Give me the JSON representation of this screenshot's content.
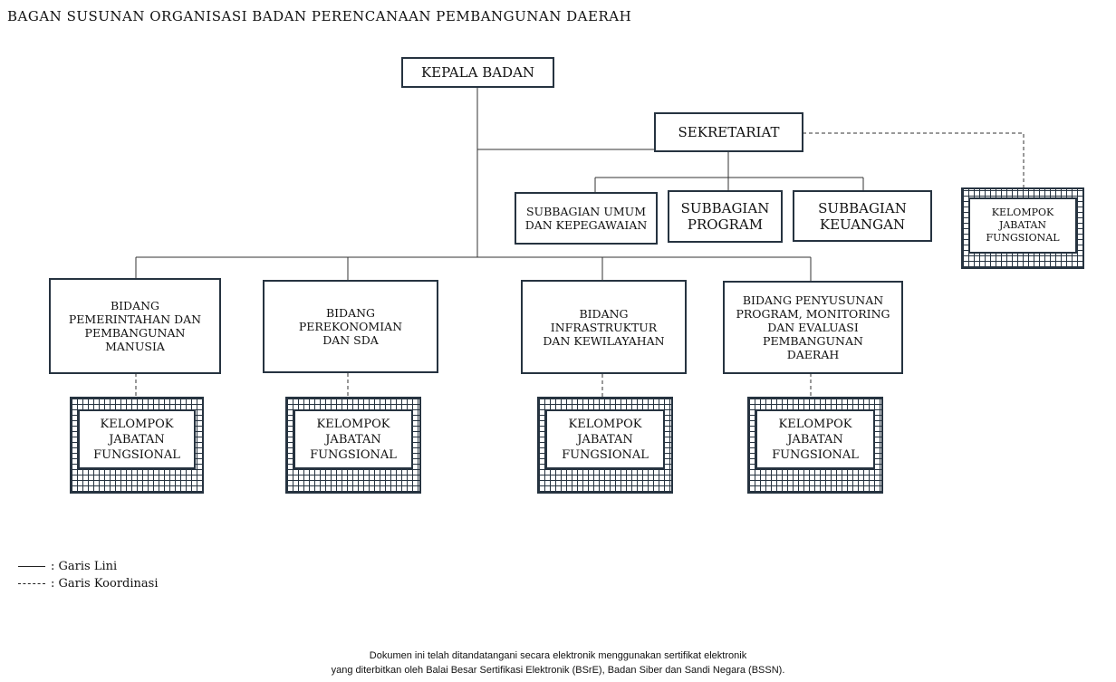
{
  "title": "BAGAN SUSUNAN ORGANISASI BADAN PERENCANAAN PEMBANGUNAN DAERAH",
  "head": "KEPALA BADAN",
  "secretariat": "SEKRETARIAT",
  "subbagian": [
    "SUBBAGIAN UMUM\nDAN KEPEGAWAIAN",
    "SUBBAGIAN\nPROGRAM",
    "SUBBAGIAN\nKEUANGAN"
  ],
  "bidang": [
    "BIDANG\nPEMERINTAHAN DAN\nPEMBANGUNAN\nMANUSIA",
    "BIDANG\nPEREKONOMIAN\nDAN SDA",
    "BIDANG\nINFRASTRUKTUR\nDAN KEWILAYAHAN",
    "BIDANG PENYUSUNAN\nPROGRAM, MONITORING\nDAN EVALUASI\nPEMBANGUNAN\nDAERAH"
  ],
  "kelompok_label": "KELOMPOK\nJABATAN\nFUNGSIONAL",
  "legend": {
    "line": ": Garis Lini",
    "coordination": ": Garis Koordinasi"
  },
  "footer": {
    "line1": "Dokumen ini telah ditandatangani secara elektronik menggunakan sertifikat elektronik",
    "line2": "yang diterbitkan oleh Balai Besar Sertifikasi Elektronik (BSrE), Badan Siber dan Sandi Negara (BSSN)."
  },
  "colors": {
    "box_border": "#263340",
    "line": "#333333"
  }
}
